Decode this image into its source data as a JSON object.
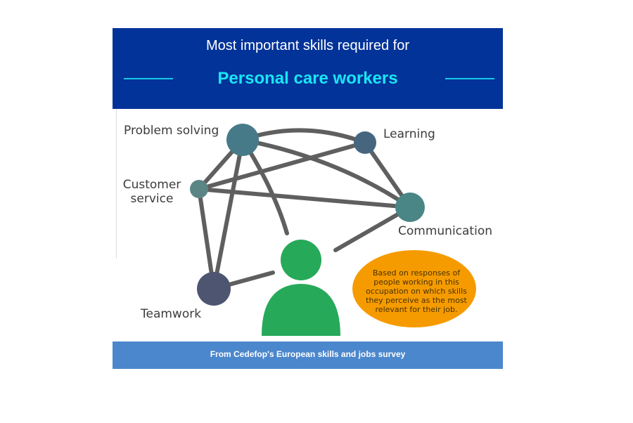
{
  "header": {
    "subtitle": "Most important skills required for",
    "title": "Personal care workers"
  },
  "skills": {
    "problem_solving": "Problem solving",
    "learning": "Learning",
    "customer_service_1": "Customer",
    "customer_service_2": "service",
    "communication": "Communication",
    "teamwork": "Teamwork"
  },
  "note": {
    "lines": [
      "Based on responses of",
      "people working in this",
      "occupation on which skills",
      "they perceive as the most",
      "relevant for their job."
    ]
  },
  "footer": {
    "text": "From Cedefop's European skills and jobs survey"
  },
  "colors": {
    "header": "#023399",
    "accent": "#19e6f5",
    "person": "#27a95a",
    "note": "#f59b00",
    "footer": "#4b87cc"
  }
}
